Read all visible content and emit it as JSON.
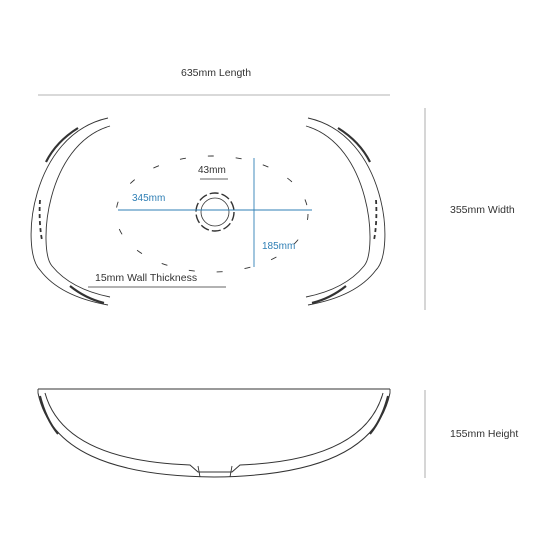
{
  "dimensions": {
    "length": "635mm Length",
    "width": "355mm Width",
    "height": "155mm Height",
    "inner_length": "345mm",
    "inner_width": "185mm",
    "drain": "43mm",
    "wall_thickness": "15mm Wall Thickness"
  },
  "colors": {
    "line": "#333333",
    "dimension_line": "#9a9a9a",
    "accent": "#2f7fb5"
  }
}
